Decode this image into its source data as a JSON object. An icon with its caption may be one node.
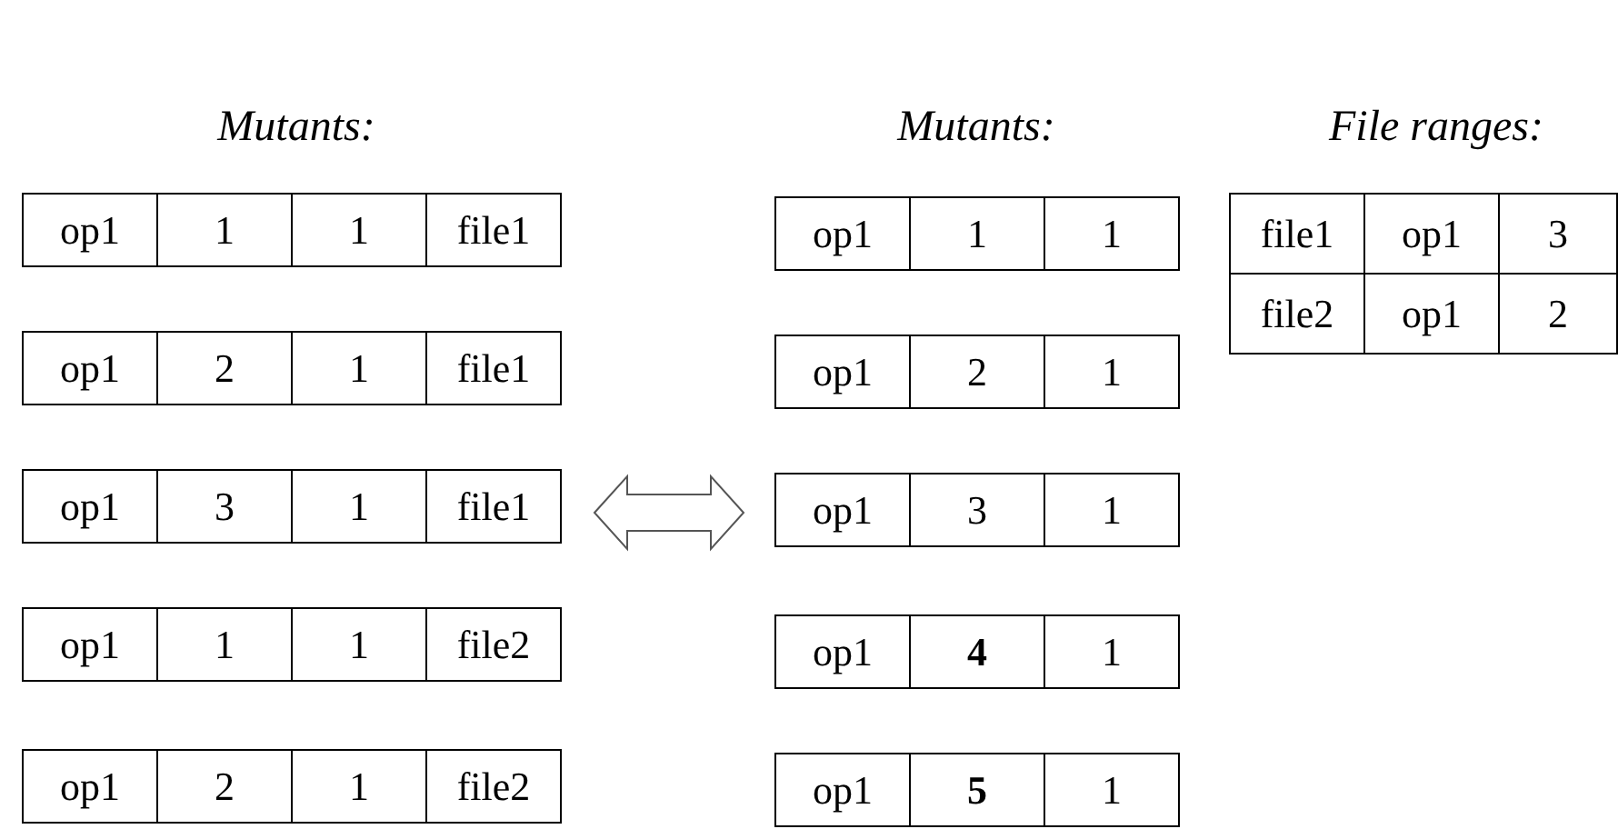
{
  "diagram": {
    "labels": [
      "Mutants:",
      "op1",
      "1",
      "1",
      "file1",
      "op1",
      "2",
      "1",
      "file1",
      "op1",
      "3",
      "1",
      "file1",
      "op1",
      "1",
      "1",
      "file2",
      "op1",
      "2",
      "1",
      "file2",
      "Mutants:",
      "File ranges:",
      "op1",
      "1",
      "1",
      "op1",
      "2",
      "1",
      "op1",
      "3",
      "1",
      "op1",
      "**4**",
      "1",
      "op1",
      "**5**",
      "1",
      "file1",
      "op1",
      "3",
      "file2",
      "op1",
      "2"
    ]
  }
}
